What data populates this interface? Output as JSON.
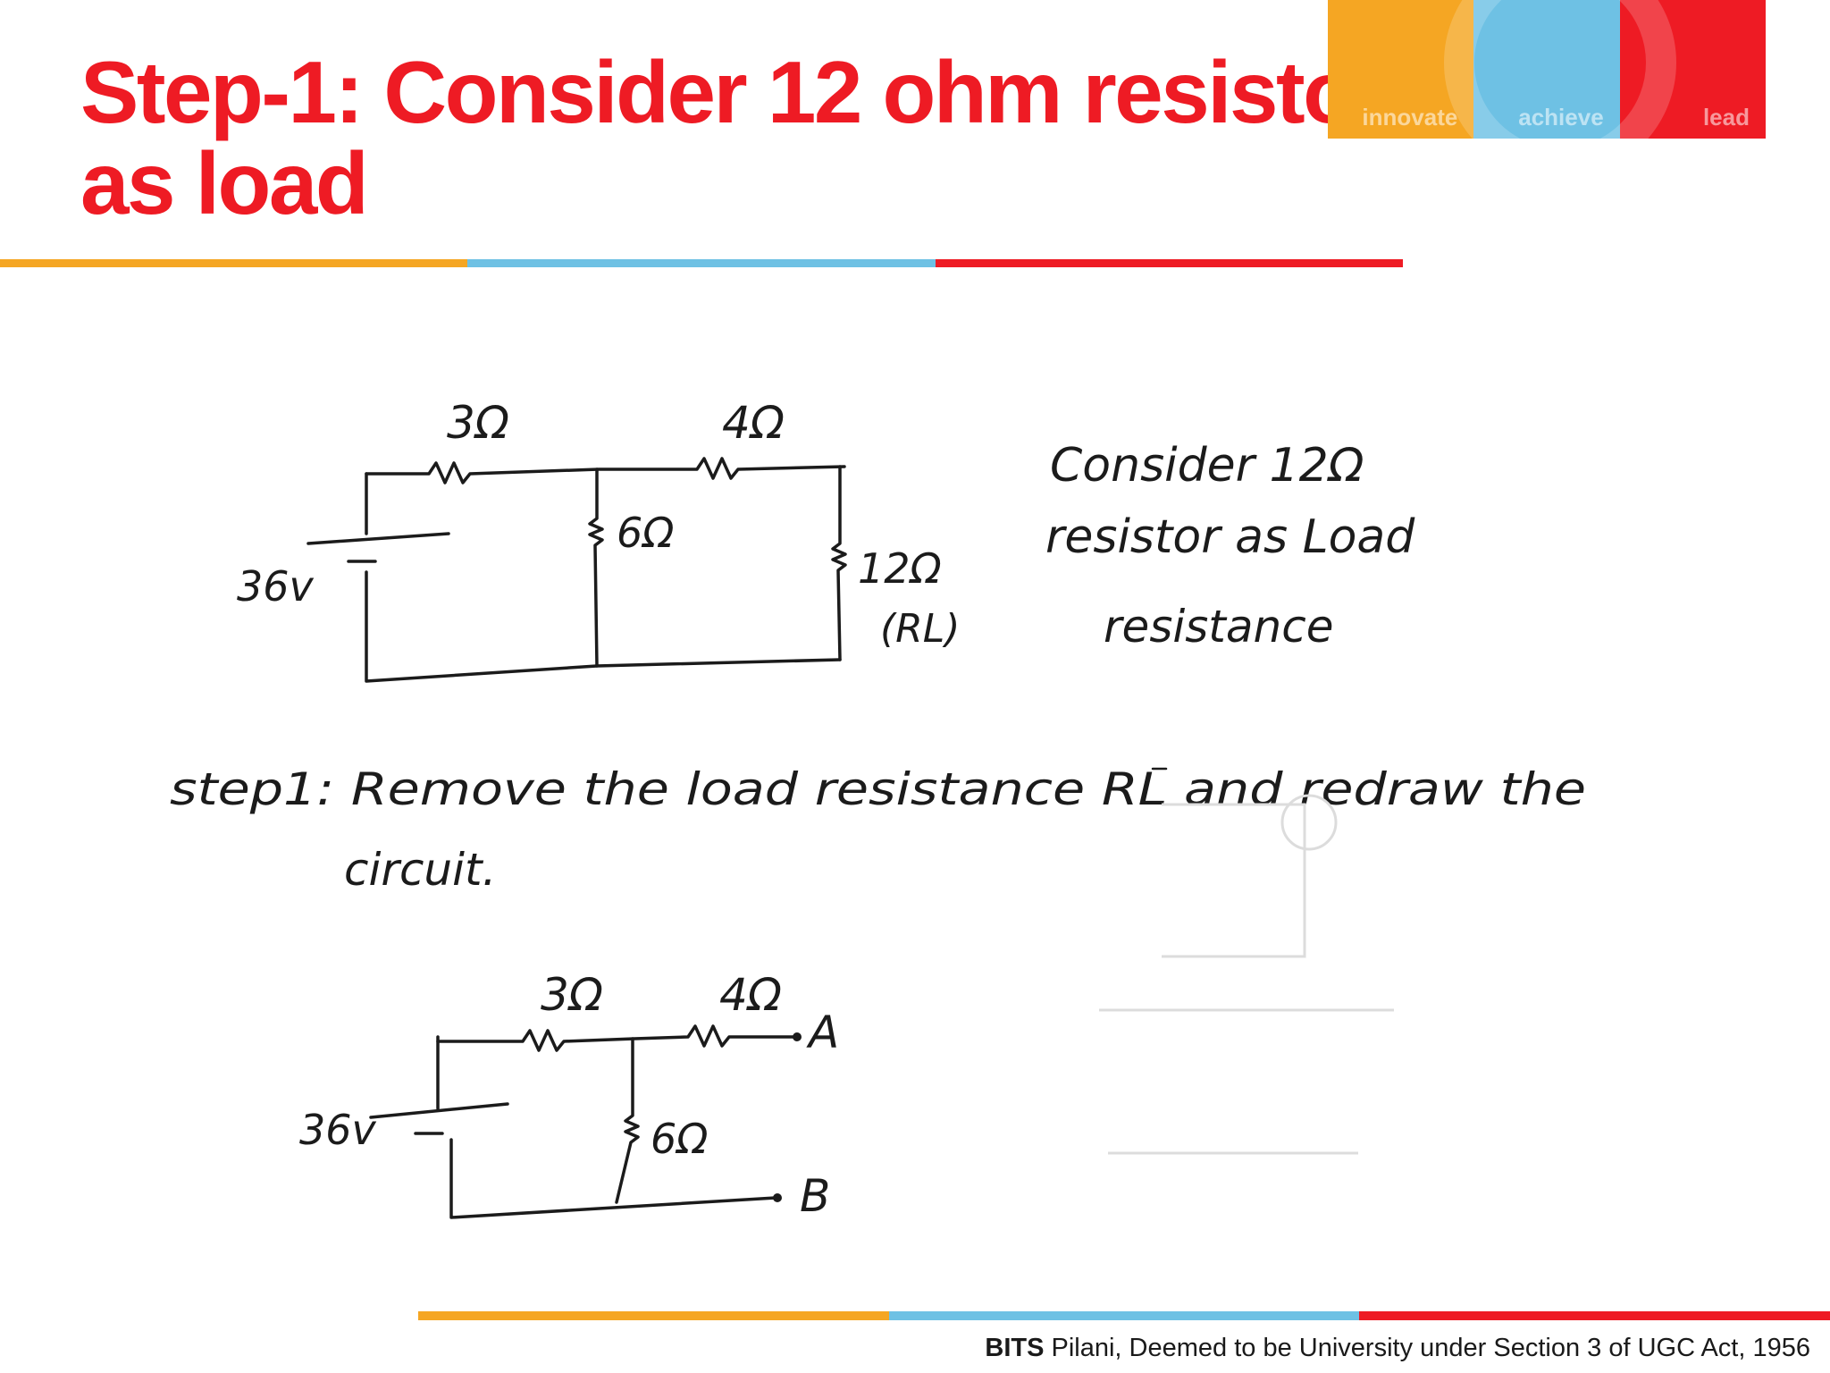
{
  "slide": {
    "title_line1": "Step-1: Consider 12 ohm resistor",
    "title_line2": "as load",
    "brand_tiles": [
      "innovate",
      "achieve",
      "lead"
    ],
    "colors": {
      "title": "#ee1b24",
      "orange": "#f5a623",
      "blue": "#6ec1e4",
      "red": "#ee1b24"
    },
    "footer_bold": "BITS",
    "footer_rest": " Pilani, Deemed to be University under Section 3 of UGC Act, 1956"
  },
  "handwriting": {
    "circuit1": {
      "r1": "3Ω",
      "r2": "4Ω",
      "r3": "6Ω",
      "r_load": "12Ω",
      "r_load_tag": "(RL)",
      "source": "36v"
    },
    "note_lines": [
      "Consider 12Ω",
      "resistor as Load",
      "resistance"
    ],
    "step_line1": "step1: Remove the load resistance RL and redraw the",
    "step_line2": "circuit.",
    "circuit2": {
      "r1": "3Ω",
      "r2": "4Ω",
      "r3": "6Ω",
      "source": "36v",
      "node_a": "A",
      "node_b": "B"
    }
  }
}
